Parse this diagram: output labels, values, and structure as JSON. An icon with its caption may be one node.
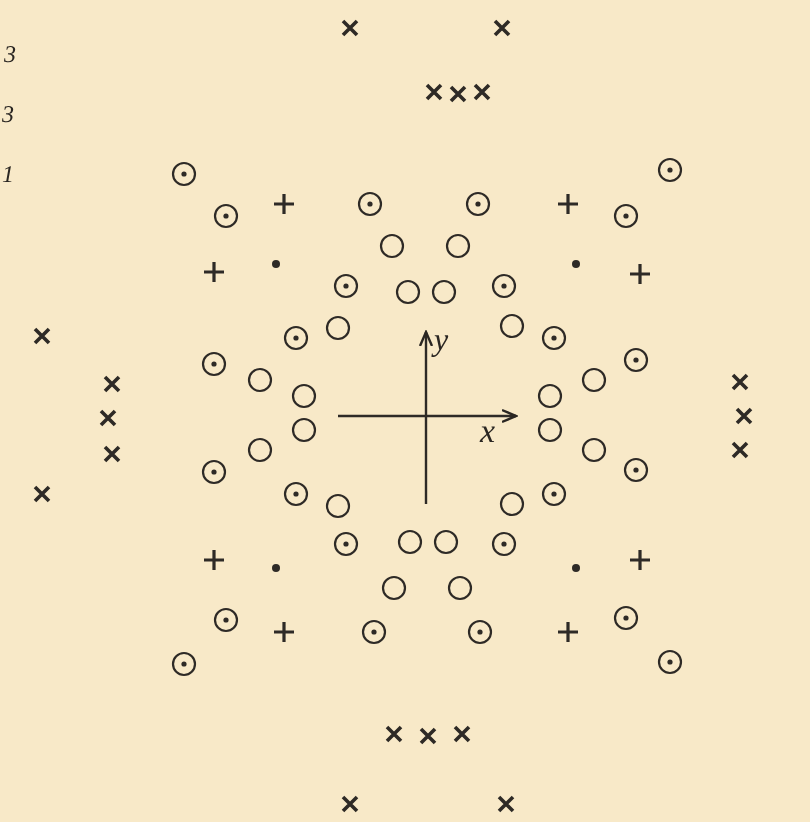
{
  "diagram": {
    "labels": [
      "3",
      "3",
      "1",
      "y",
      "x"
    ]
  }
}
